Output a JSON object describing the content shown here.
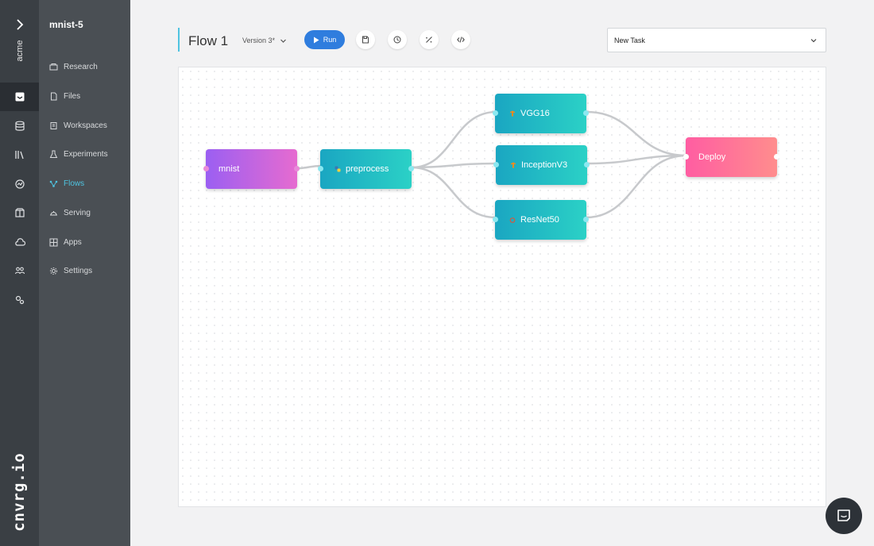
{
  "rail": {
    "org_name": "acme",
    "brand": "cnvrg.io",
    "icons": [
      "expand-chevron-icon",
      "datasets-icon",
      "database-icon",
      "library-icon",
      "compute-icon",
      "marketplace-icon",
      "cloud-icon",
      "team-icon",
      "settings-cogs-icon"
    ]
  },
  "sidebar": {
    "project": "mnist-5",
    "items": [
      {
        "label": "Research",
        "icon": "research-icon",
        "active": false
      },
      {
        "label": "Files",
        "icon": "file-icon",
        "active": false
      },
      {
        "label": "Workspaces",
        "icon": "workspace-icon",
        "active": false
      },
      {
        "label": "Experiments",
        "icon": "flask-icon",
        "active": false
      },
      {
        "label": "Flows",
        "icon": "flow-icon",
        "active": true
      },
      {
        "label": "Serving",
        "icon": "serving-icon",
        "active": false
      },
      {
        "label": "Apps",
        "icon": "apps-grid-icon",
        "active": false
      },
      {
        "label": "Settings",
        "icon": "gear-icon",
        "active": false
      }
    ]
  },
  "header": {
    "flow_title": "Flow 1",
    "version": "Version 3*",
    "run_label": "Run",
    "task_select": "New Task",
    "tools": [
      "save-icon",
      "history-icon",
      "magic-wand-icon",
      "code-icon"
    ]
  },
  "flow": {
    "nodes": [
      {
        "id": "mnist",
        "label": "mnist"
      },
      {
        "id": "preprocess",
        "label": "preprocess"
      },
      {
        "id": "vgg16",
        "label": "VGG16"
      },
      {
        "id": "inceptionv3",
        "label": "InceptionV3"
      },
      {
        "id": "resnet50",
        "label": "ResNet50"
      },
      {
        "id": "deploy",
        "label": "Deploy"
      }
    ]
  },
  "colors": {
    "accent": "#4fc3e0",
    "run_button": "#2f7dde",
    "node_teal": "#1aafc1",
    "node_purple": "#a45ef0",
    "node_pink": "#ff5f98"
  }
}
